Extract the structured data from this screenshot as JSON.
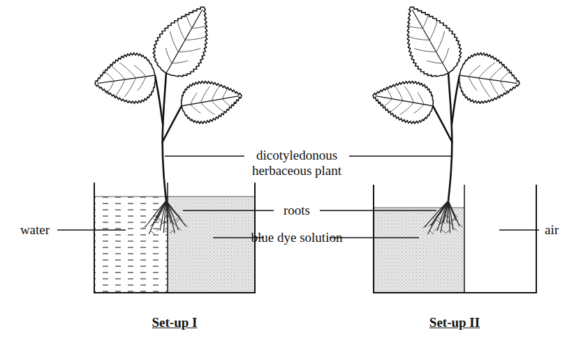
{
  "diagram": {
    "labels": [
      "dicotyledonous herbaceous plant",
      "roots",
      "water",
      "blue dye solution",
      "air",
      "Set-up I",
      "Set-up II"
    ]
  }
}
